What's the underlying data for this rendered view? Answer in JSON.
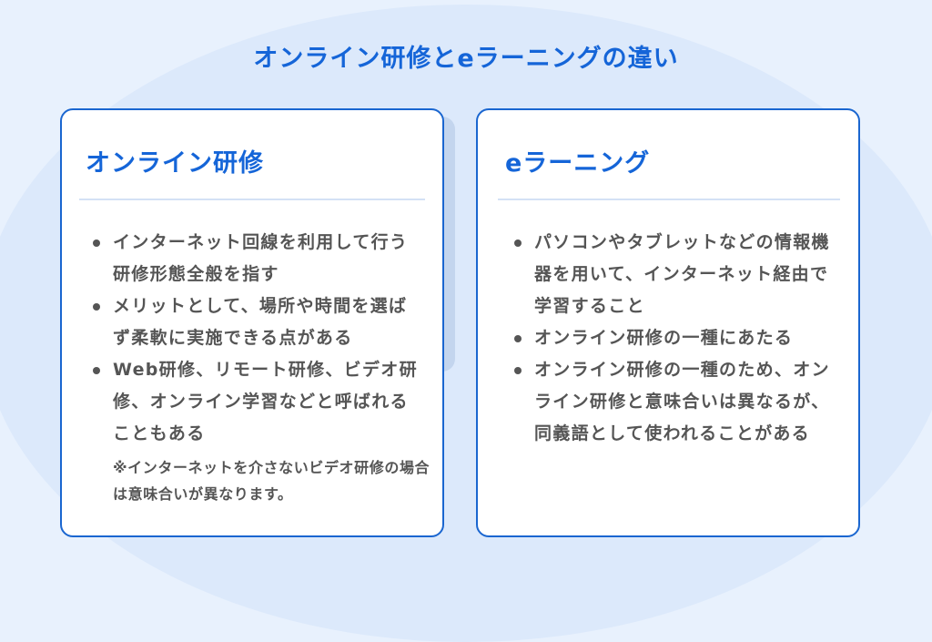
{
  "title": "オンライン研修とeラーニングの違い",
  "colors": {
    "accent": "#1565d8",
    "card_border": "#1a66d0",
    "text": "#555555",
    "background": "#e8f1fd",
    "ellipse": "#dce9fb",
    "divider": "#d4e1f5"
  },
  "cards": [
    {
      "heading": "オンライン研修",
      "points": [
        "インターネット回線を利用して行う研修形態全般を指す",
        "メリットとして、場所や時間を選ばず柔軟に実施できる点がある",
        "Web研修、リモート研修、ビデオ研修、オンライン学習などと呼ばれることもある"
      ],
      "note": "※インターネットを介さないビデオ研修の場合は意味合いが異なります。"
    },
    {
      "heading": "eラーニング",
      "points": [
        "パソコンやタブレットなどの情報機器を用いて、インターネット経由で学習すること",
        "オンライン研修の一種にあたる",
        "オンライン研修の一種のため、オンライン研修と意味合いは異なるが、同義語として使われることがある"
      ]
    }
  ]
}
